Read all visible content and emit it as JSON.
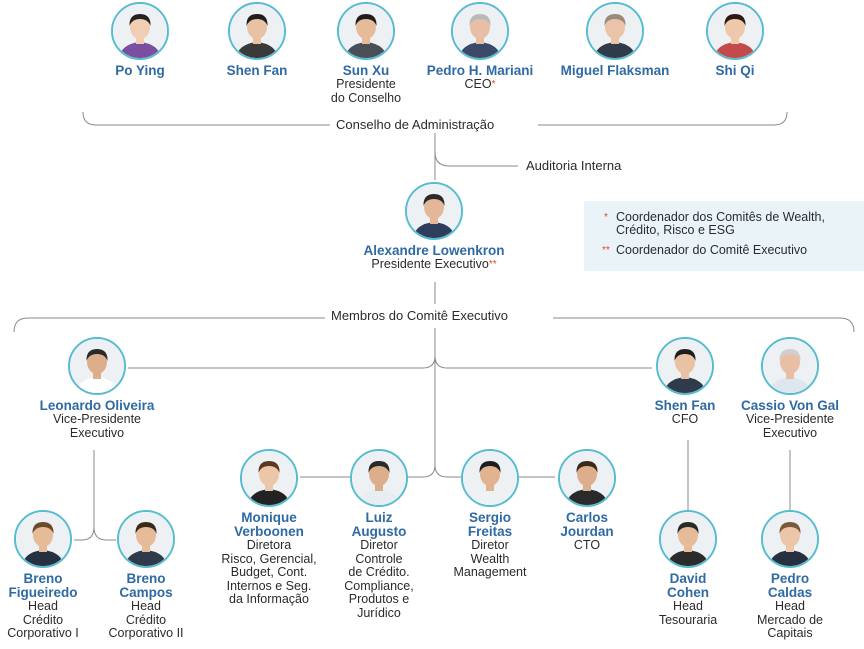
{
  "board": {
    "label": "Conselho de Administração",
    "members": [
      {
        "name": "Po Ying",
        "role": []
      },
      {
        "name": "Shen Fan",
        "role": []
      },
      {
        "name": "Sun Xu",
        "role": [
          "Presidente",
          "do Conselho"
        ]
      },
      {
        "name": "Pedro H. Mariani",
        "role": [
          "CEO"
        ],
        "mark": "*"
      },
      {
        "name": "Miguel Flaksman",
        "role": []
      },
      {
        "name": "Shi Qi",
        "role": []
      }
    ]
  },
  "audit_label": "Auditoria Interna",
  "ceo": {
    "name": "Alexandre Lowenkron",
    "role": [
      "Presidente Executivo"
    ],
    "mark": "**"
  },
  "legend": {
    "items": [
      {
        "mark": "*",
        "lines": [
          "Coordenador dos Comitês de Wealth,",
          "Crédito, Risco e ESG"
        ]
      },
      {
        "mark": "**",
        "lines": [
          "Coordenador do Comitê Executivo"
        ]
      }
    ]
  },
  "committee": {
    "label": "Membros do Comitê Executivo",
    "members": [
      {
        "name": [
          "Leonardo Oliveira"
        ],
        "role": [
          "Vice-Presidente",
          "Executivo"
        ]
      },
      {
        "name": [
          "Shen Fan"
        ],
        "role": [
          "CFO"
        ]
      },
      {
        "name": [
          "Cassio Von Gal"
        ],
        "role": [
          "Vice-Presidente",
          "Executivo"
        ]
      },
      {
        "name": [
          "Monique",
          "Verboonen"
        ],
        "role": [
          "Diretora",
          "Risco, Gerencial,",
          "Budget, Cont.",
          "Internos e Seg.",
          "da Informação"
        ]
      },
      {
        "name": [
          "Luiz",
          "Augusto"
        ],
        "role": [
          "Diretor",
          "Controle",
          "de Crédito.",
          "Compliance,",
          "Produtos e",
          "Jurídico"
        ]
      },
      {
        "name": [
          "Sergio",
          "Freitas"
        ],
        "role": [
          "Diretor",
          "Wealth",
          "Management"
        ]
      },
      {
        "name": [
          "Carlos",
          "Jourdan"
        ],
        "role": [
          "CTO"
        ]
      }
    ]
  },
  "reports": [
    {
      "name": [
        "Breno",
        "Figueiredo"
      ],
      "role": [
        "Head",
        "Crédito",
        "Corporativo I"
      ]
    },
    {
      "name": [
        "Breno",
        "Campos"
      ],
      "role": [
        "Head",
        "Crédito",
        "Corporativo II"
      ]
    },
    {
      "name": [
        "David",
        "Cohen"
      ],
      "role": [
        "Head",
        "Tesouraria"
      ]
    },
    {
      "name": [
        "Pedro",
        "Caldas"
      ],
      "role": [
        "Head",
        "Mercado de",
        "Capitais"
      ]
    }
  ],
  "colors": {
    "accent": "#2f6aa3",
    "ring": "#56bcd0",
    "mark": "#d9472b",
    "line": "#8a8a8a",
    "note_bg": "#eaf4f8"
  }
}
